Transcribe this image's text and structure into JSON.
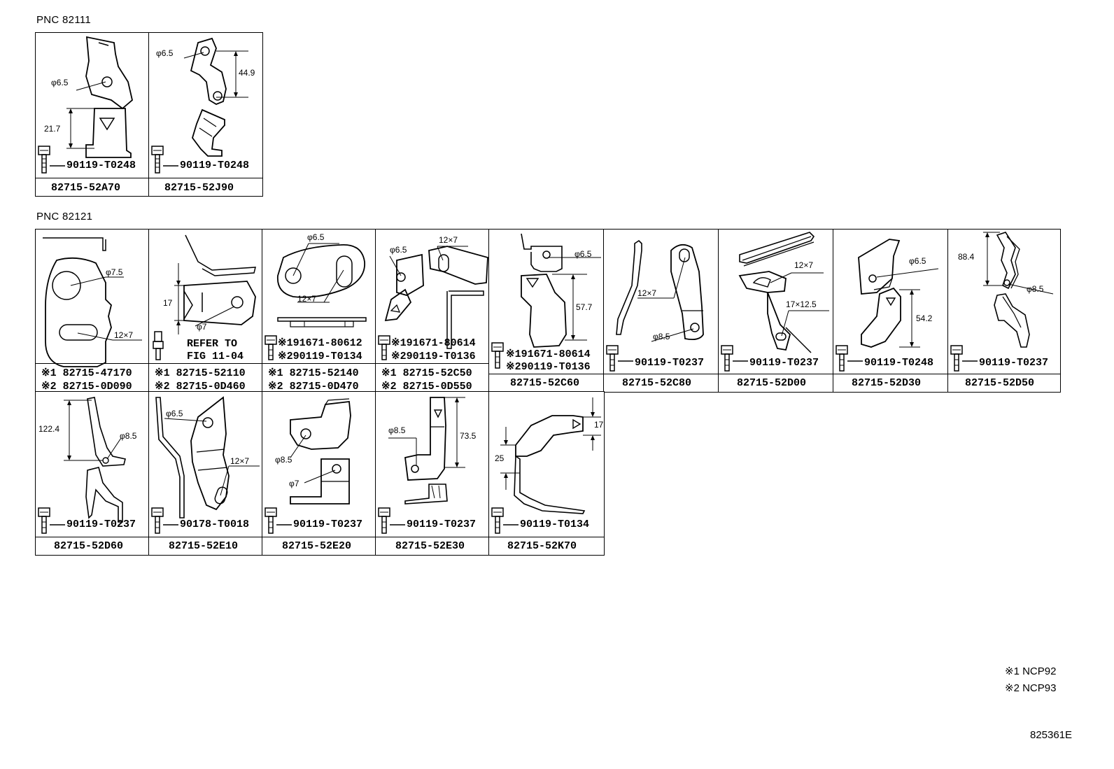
{
  "sections": [
    {
      "title": "PNC 82111"
    },
    {
      "title": "PNC 82121"
    }
  ],
  "parts_82111": [
    {
      "part": "82715-52A70",
      "bolt": "90119-T0248",
      "dims": [
        "φ6.5",
        "21.7"
      ]
    },
    {
      "part": "82715-52J90",
      "bolt": "90119-T0248",
      "dims": [
        "φ6.5",
        "44.9"
      ]
    }
  ],
  "parts_82121_row1": [
    {
      "p1": "※1 82715-47170",
      "p2": "※2 82715-0D090",
      "dims": [
        "φ7.5",
        "12×7"
      ]
    },
    {
      "p1": "※1 82715-52110",
      "p2": "※2 82715-0D460",
      "refer1": "REFER TO",
      "refer2": "FIG 11-04",
      "dims": [
        "17",
        "φ7"
      ]
    },
    {
      "p1": "※1 82715-52140",
      "p2": "※2 82715-0D470",
      "b1": "※191671-80612",
      "b2": "※290119-T0134",
      "dims": [
        "φ6.5",
        "12×7"
      ]
    },
    {
      "p1": "※1 82715-52C50",
      "p2": "※2 82715-0D550",
      "b1": "※191671-80614",
      "b2": "※290119-T0136",
      "dims": [
        "φ6.5",
        "12×7"
      ]
    },
    {
      "part": "82715-52C60",
      "b1": "※191671-80614",
      "b2": "※290119-T0136",
      "dims": [
        "φ6.5",
        "57.7"
      ]
    },
    {
      "part": "82715-52C80",
      "bolt": "90119-T0237",
      "dims": [
        "12×7",
        "φ8.5"
      ]
    },
    {
      "part": "82715-52D00",
      "bolt": "90119-T0237",
      "dims": [
        "12×7",
        "17×12.5"
      ]
    },
    {
      "part": "82715-52D30",
      "bolt": "90119-T0248",
      "dims": [
        "φ6.5",
        "54.2"
      ]
    },
    {
      "part": "82715-52D50",
      "bolt": "90119-T0237",
      "dims": [
        "88.4",
        "φ8.5"
      ]
    }
  ],
  "parts_82121_row2": [
    {
      "part": "82715-52D60",
      "bolt": "90119-T0237",
      "dims": [
        "122.4",
        "φ8.5"
      ]
    },
    {
      "part": "82715-52E10",
      "bolt": "90178-T0018",
      "dims": [
        "φ6.5",
        "12×7"
      ]
    },
    {
      "part": "82715-52E20",
      "bolt": "90119-T0237",
      "dims": [
        "φ8.5",
        "φ7"
      ]
    },
    {
      "part": "82715-52E30",
      "bolt": "90119-T0237",
      "dims": [
        "φ8.5",
        "73.5"
      ]
    },
    {
      "part": "82715-52K70",
      "bolt": "90119-T0134",
      "dims": [
        "17",
        "25"
      ]
    }
  ],
  "legend": [
    "※1 NCP92",
    "※2 NCP93"
  ],
  "figure_id": "825361E"
}
